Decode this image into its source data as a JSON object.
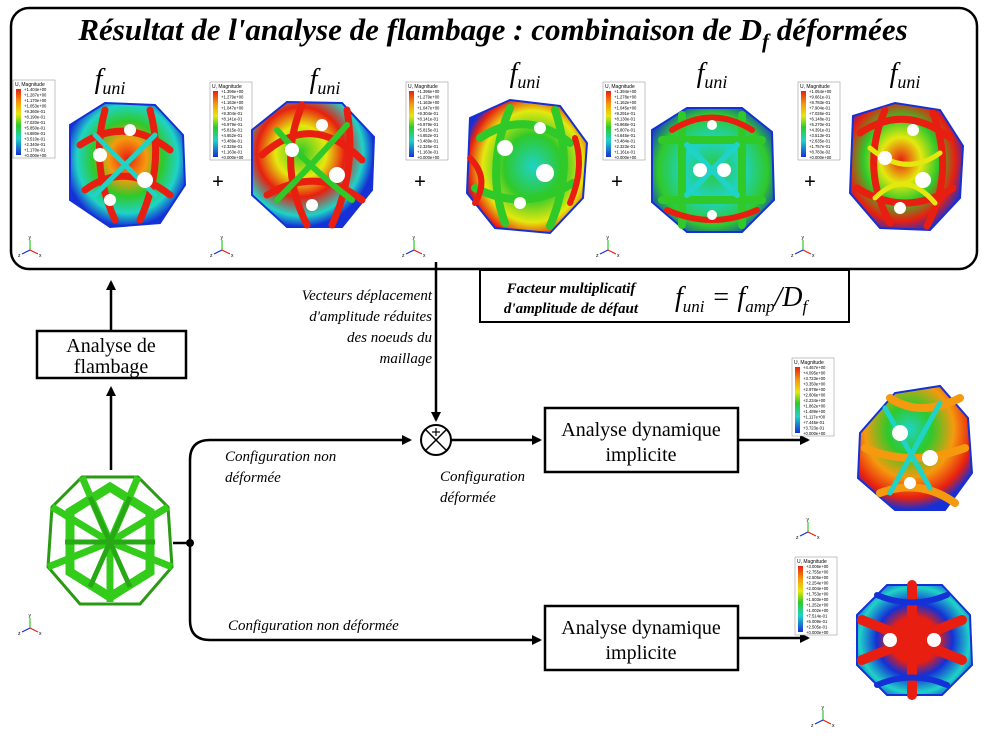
{
  "title_main": "Résultat de l'analyse de flambage : combinaison de D",
  "title_sub": "f",
  "title_tail": " déformées",
  "mode_label_main": "f",
  "mode_label_sub": "uni",
  "plus_sign": "+",
  "legend_title": "U, Magnitude",
  "modes": [
    {
      "legend": [
        "+1.404e+00",
        "+1.287e+00",
        "+1.170e+00",
        "+1.053e+00",
        "+9.360e-01",
        "+8.190e-01",
        "+7.020e-01",
        "+5.850e-01",
        "+4.680e-01",
        "+3.510e-01",
        "+2.340e-01",
        "+1.170e-01",
        "+0.000e+00"
      ]
    },
    {
      "legend": [
        "+1.396e+00",
        "+1.279e+00",
        "+1.163e+00",
        "+1.047e+00",
        "+9.304e-01",
        "+8.141e-01",
        "+6.979e-01",
        "+5.815e-01",
        "+4.652e-01",
        "+3.489e-01",
        "+2.326e-01",
        "+1.163e-01",
        "+0.000e+00"
      ]
    },
    {
      "legend": [
        "+1.396e+00",
        "+1.279e+00",
        "+1.163e+00",
        "+1.047e+00",
        "+9.304e-01",
        "+8.141e-01",
        "+6.979e-01",
        "+5.815e-01",
        "+4.652e-01",
        "+3.489e-01",
        "+2.326e-01",
        "+1.163e-01",
        "+0.000e+00"
      ]
    },
    {
      "legend": [
        "+1.394e+00",
        "+1.278e+00",
        "+1.162e+00",
        "+1.045e+00",
        "+9.291e-01",
        "+8.130e-01",
        "+6.968e-01",
        "+5.807e-01",
        "+4.645e-01",
        "+3.484e-01",
        "+2.323e-01",
        "+1.161e-01",
        "+0.000e+00"
      ]
    },
    {
      "legend": [
        "+1.054e+00",
        "+9.661e-01",
        "+8.783e-01",
        "+7.904e-01",
        "+7.026e-01",
        "+6.148e-01",
        "+5.270e-01",
        "+4.391e-01",
        "+3.513e-01",
        "+2.635e-01",
        "+1.757e-01",
        "+8.783e-02",
        "+0.000e+00"
      ]
    }
  ],
  "result_top_legend": [
    "+4.467e+00",
    "+4.095e+00",
    "+3.723e+00",
    "+3.350e+00",
    "+2.978e+00",
    "+2.606e+00",
    "+2.234e+00",
    "+1.862e+00",
    "+1.489e+00",
    "+1.117e+00",
    "+7.445e-01",
    "+3.723e-01",
    "+0.000e+00"
  ],
  "result_bottom_legend": [
    "+3.006e+00",
    "+2.755e+00",
    "+2.505e+00",
    "+2.254e+00",
    "+2.004e+00",
    "+1.753e+00",
    "+1.503e+00",
    "+1.252e+00",
    "+1.002e+00",
    "+7.514e-01",
    "+5.009e-01",
    "+2.505e-01",
    "+0.000e+00"
  ],
  "factor": {
    "line1": "Facteur multiplicatif",
    "line2": "d'amplitude de défaut",
    "eq_lhs": "f",
    "eq_lhs_sub": "uni",
    "eq_op": " = ",
    "eq_num": "f",
    "eq_num_sub": "amp",
    "eq_div": "/D",
    "eq_den_sub": "f"
  },
  "vectors_label": [
    "Vecteurs déplacement",
    "d'amplitude réduites",
    "des noeuds du",
    "maillage"
  ],
  "buckling_box": [
    "Analyse de",
    "flambage"
  ],
  "dyn_box_top": [
    "Analyse dynamique",
    "implicite"
  ],
  "dyn_box_bottom": [
    "Analyse dynamique",
    "implicite"
  ],
  "config_non_def_1": [
    "Configuration non",
    "déformée"
  ],
  "config_def": [
    "Configuration",
    "déformée"
  ],
  "config_non_def_2": "Configuration non déformée",
  "axis_labels": {
    "x": "x",
    "y": "y",
    "z": "z"
  },
  "colors": {
    "stroke": "#000000",
    "lattice_green": "#33cc1a",
    "contour_red": "#e81f10",
    "contour_orange": "#f59a0e",
    "contour_yellow": "#e5e80f",
    "contour_green": "#2fc92a",
    "contour_cyan": "#1fd3c6",
    "contour_blue": "#1430d6"
  }
}
